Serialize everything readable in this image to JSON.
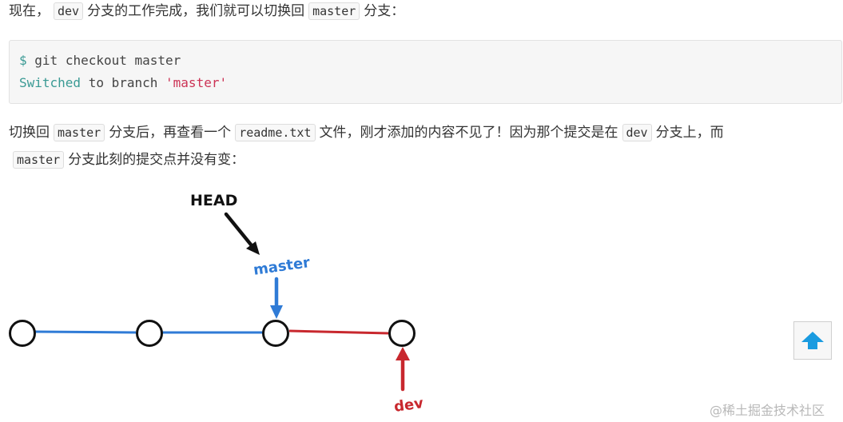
{
  "para1": {
    "t1": "现在，",
    "c1": "dev",
    "t2": "分支的工作完成，我们就可以切换回",
    "c2": "master",
    "t3": "分支："
  },
  "codeblock": {
    "line1": {
      "prompt": "$",
      "cmd": "git checkout master"
    },
    "line2": {
      "w1": "Switched",
      "w2": " to branch ",
      "w3": "'master'"
    }
  },
  "para2": {
    "t1": "切换回",
    "c1": "master",
    "t2": "分支后，再查看一个",
    "c2": "readme.txt",
    "t3": "文件，刚才添加的内容不见了！因为那个提交是在",
    "c3": "dev",
    "t4": "分支上，而",
    "c4": "master",
    "t5": "分支此刻的提交点并没有变："
  },
  "diagram": {
    "head_label": "HEAD",
    "master_label": "master",
    "dev_label": "dev",
    "colors": {
      "master": "#2f7bd6",
      "dev": "#c8282e",
      "node": "#111111"
    }
  },
  "back_to_top": {
    "icon": "arrow-up-icon",
    "color": "#1a9be0"
  },
  "watermark": "@稀土掘金技术社区"
}
